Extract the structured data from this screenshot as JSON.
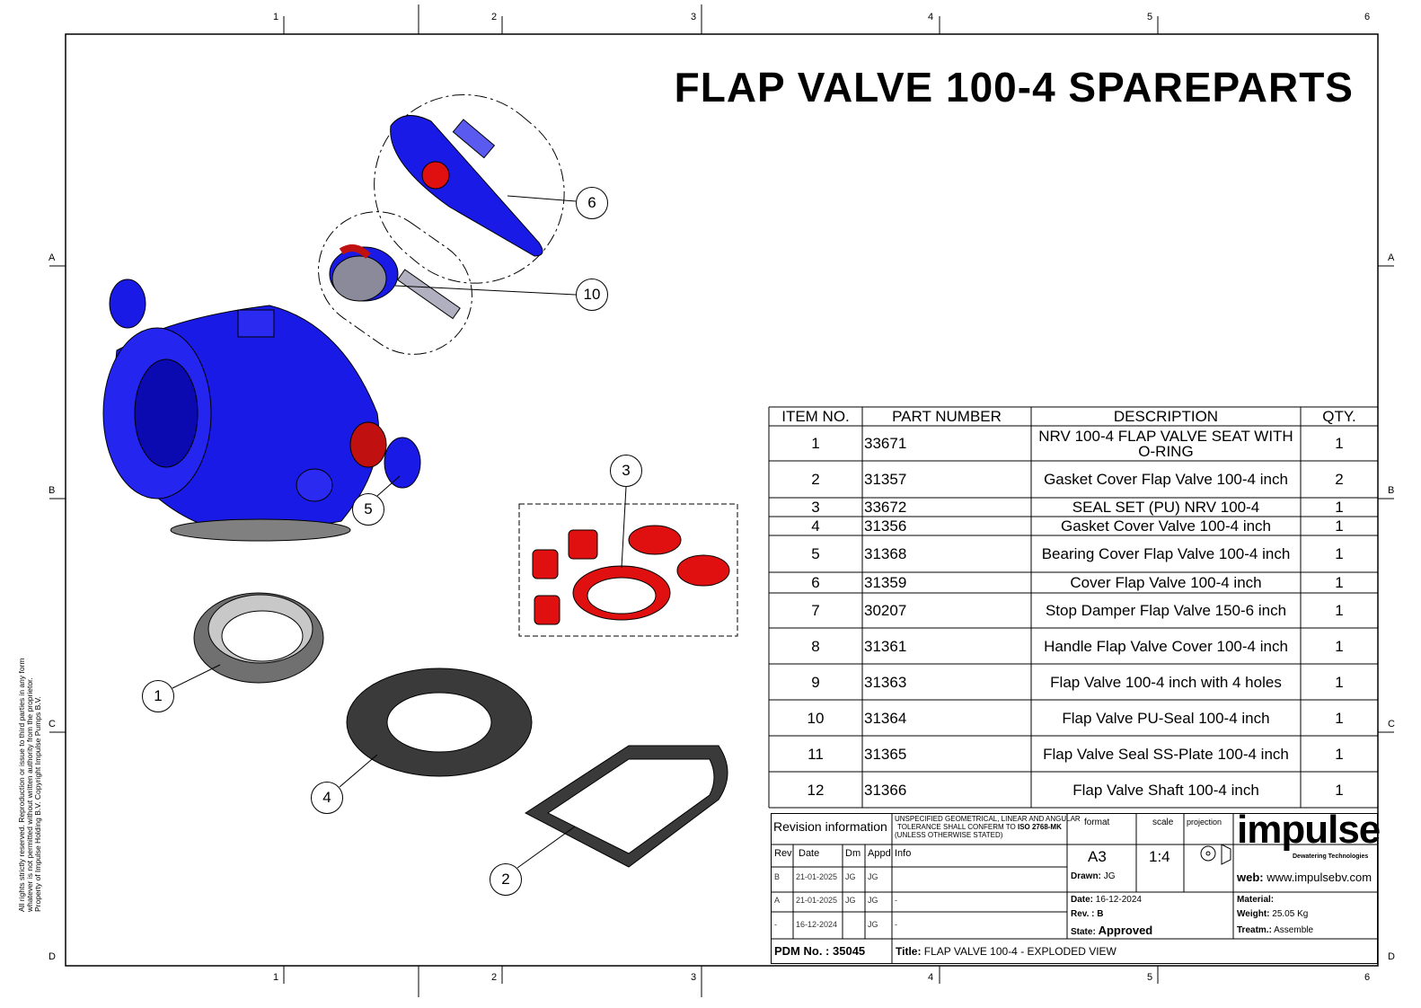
{
  "title": "FLAP VALVE 100-4 SPAREPARTS",
  "zones": {
    "columns": [
      "1",
      "2",
      "3",
      "4",
      "5",
      "6"
    ],
    "rows": [
      "A",
      "B",
      "C",
      "D"
    ]
  },
  "balloons": [
    "6",
    "10",
    "3",
    "5",
    "1",
    "4",
    "2"
  ],
  "copyright": [
    "All rights strictly reserved. Reproduction or issue to third parties in any form",
    "whatever is not permitted without written authority from the proprietor.",
    "Property of Impulse Holding B.V.  Copyright Impulse Pumps B.V."
  ],
  "bom": {
    "headers": [
      "ITEM NO.",
      "PART NUMBER",
      "DESCRIPTION",
      "QTY."
    ],
    "rows": [
      {
        "item": "1",
        "part": "33671",
        "desc": "NRV 100-4 FLAP VALVE SEAT WITH O-RING",
        "qty": "1"
      },
      {
        "item": "2",
        "part": "31357",
        "desc": "Gasket Cover Flap Valve 100-4 inch",
        "qty": "2"
      },
      {
        "item": "3",
        "part": "33672",
        "desc": "SEAL SET (PU) NRV 100-4",
        "qty": "1"
      },
      {
        "item": "4",
        "part": "31356",
        "desc": "Gasket Cover Valve 100-4 inch",
        "qty": "1"
      },
      {
        "item": "5",
        "part": "31368",
        "desc": "Bearing Cover Flap Valve 100-4 inch",
        "qty": "1"
      },
      {
        "item": "6",
        "part": "31359",
        "desc": "Cover Flap Valve 100-4 inch",
        "qty": "1"
      },
      {
        "item": "7",
        "part": "30207",
        "desc": "Stop Damper Flap Valve 150-6 inch",
        "qty": "1"
      },
      {
        "item": "8",
        "part": "31361",
        "desc": "Handle Flap Valve Cover 100-4 inch",
        "qty": "1"
      },
      {
        "item": "9",
        "part": "31363",
        "desc": "Flap Valve 100-4 inch with 4 holes",
        "qty": "1"
      },
      {
        "item": "10",
        "part": "31364",
        "desc": "Flap Valve PU-Seal 100-4 inch",
        "qty": "1"
      },
      {
        "item": "11",
        "part": "31365",
        "desc": "Flap Valve Seal SS-Plate 100-4 inch",
        "qty": "1"
      },
      {
        "item": "12",
        "part": "31366",
        "desc": "Flap Valve Shaft 100-4 inch",
        "qty": "1"
      }
    ]
  },
  "titleblock": {
    "revision_label": "Revision information",
    "rev_headers": [
      "Rev",
      "Date",
      "Dm",
      "Appd",
      "Info"
    ],
    "revisions": [
      {
        "rev": "B",
        "date": "21-01-2025",
        "dm": "JG",
        "appd": "JG",
        "info": ""
      },
      {
        "rev": "A",
        "date": "21-01-2025",
        "dm": "JG",
        "appd": "JG",
        "info": "-"
      },
      {
        "rev": "-",
        "date": "16-12-2024",
        "dm": "",
        "appd": "JG",
        "info": "-"
      }
    ],
    "tolerance_1": "UNSPECIFIED GEOMETRICAL, LINEAR AND ANGULAR",
    "tolerance_2": "TOLERANCE SHALL CONFERM TO",
    "tolerance_std": "ISO 2768-MK",
    "tolerance_3": "(UNLESS OTHERWISE STATED)",
    "format_label": "format",
    "format": "A3",
    "scale_label": "scale",
    "scale": "1:4",
    "projection_label": "projection",
    "logo": "impulse",
    "logo_sub": "Dewatering Technologies",
    "drawn_label": "Drawn:",
    "drawn": "JG",
    "date_label": "Date:",
    "date": "16-12-2024",
    "rev_label": "Rev. :",
    "rev": "B",
    "state_label": "State:",
    "state": "Approved",
    "web_label": "web:",
    "web": "www.impulsebv.com",
    "material_label": "Material:",
    "material": "",
    "weight_label": "Weight:",
    "weight": "25.05 Kg",
    "treatm_label": "Treatm.:",
    "treatm": "Assemble",
    "pdm_label": "PDM No. :",
    "pdm": "35045",
    "title_label": "Title:",
    "title": "FLAP VALVE 100-4 - EXPLODED VIEW"
  },
  "colors": {
    "body": "#1a1ae6",
    "seal": "#e01010",
    "gasket": "#3a3a3a"
  }
}
